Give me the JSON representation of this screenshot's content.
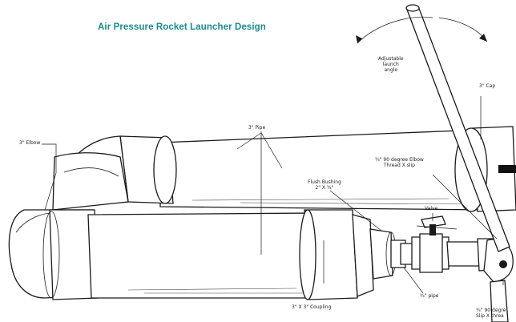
{
  "title": "Air Pressure Rocket Launcher Design",
  "labels": {
    "adjustable_angle": [
      "Adjustable",
      "launch",
      "angle"
    ],
    "cap": "3\" Cap",
    "pipe": "3\" Pipe",
    "elbow": "3\" Elbow",
    "elbow_34": [
      "¾\" 90 degree Elbow",
      "Thread X slip"
    ],
    "flush_bushing": [
      "Flush Bushing",
      "2\" X ¾\""
    ],
    "valve": "Valve",
    "coupling": "3\" X 3\" Coupling",
    "pipe_34": "¾\" pipe",
    "elbow_bottom": [
      "¾\" 90 degre",
      "Slip X threa"
    ]
  }
}
